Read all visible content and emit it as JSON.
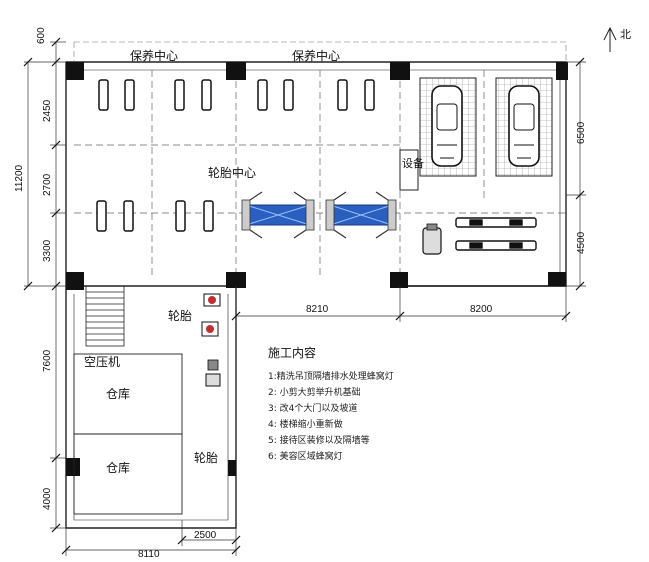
{
  "north_label": "北",
  "rooms": {
    "maintenance_left": "保养中心",
    "maintenance_right": "保养中心",
    "tire_center": "轮胎中心",
    "equipment": "设备",
    "tire_left": "轮胎",
    "tire_lower": "轮胎",
    "compressor": "空压机",
    "warehouse_upper": "仓库",
    "warehouse_lower": "仓库"
  },
  "dimensions": {
    "top_offset": "600",
    "left_total": "11200",
    "left_a": "2450",
    "left_b": "2700",
    "left_c": "3300",
    "left_d": "7600",
    "left_e": "4000",
    "right_a": "6500",
    "right_b": "4500",
    "mid_a": "8210",
    "mid_b": "8200",
    "bottom_a": "2500",
    "bottom_b": "8110"
  },
  "notes": {
    "title": "施工内容",
    "items": [
      "1:精洗吊顶隔墙排水处理蜂窝灯",
      "2: 小剪大剪举升机基础",
      "3: 改4个大门以及坡道",
      "4: 楼梯缩小重新做",
      "5: 接待区装修以及隔墙等",
      "6: 美容区域蜂窝灯"
    ]
  },
  "colors": {
    "lift_blue": "#2a5fbf",
    "column": "#111111",
    "grid_dash": "#666666",
    "wall": "#222222"
  }
}
